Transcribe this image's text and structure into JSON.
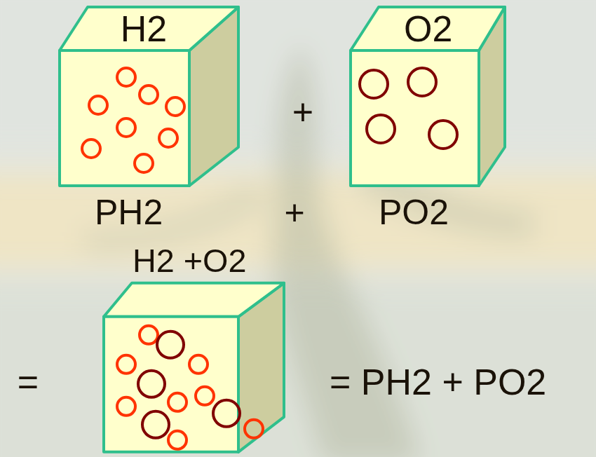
{
  "diagram": {
    "nodes": [
      {
        "text": [
          "H2"
        ]
      },
      {
        "text": [
          "O2"
        ]
      },
      {
        "text": [
          "H2 +O2"
        ]
      }
    ],
    "labels": [
      "+",
      "PH2",
      "+",
      "PO2",
      "=",
      "= PH2 + PO2"
    ]
  }
}
